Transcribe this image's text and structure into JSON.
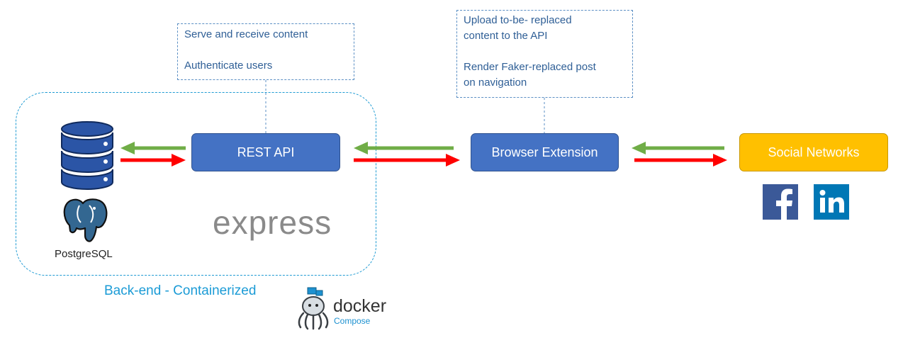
{
  "notes": {
    "rest_api_note": {
      "line1": "Serve and receive content",
      "line2": "Authenticate users"
    },
    "extension_note": {
      "line1a": "Upload to-be- replaced",
      "line1b": "content to the API",
      "line2a": "Render Faker-replaced post",
      "line2b": "on navigation"
    }
  },
  "nodes": {
    "rest_api": "REST API",
    "browser_extension": "Browser Extension",
    "social_networks": "Social Networks"
  },
  "backend": {
    "caption": "Back-end - Containerized",
    "express_logo": "express",
    "postgres_logo": "PostgreSQL"
  },
  "docker": {
    "name": "docker",
    "sub": "Compose"
  },
  "icons": [
    "database-icon",
    "postgresql-elephant-icon",
    "facebook-icon",
    "linkedin-icon",
    "docker-compose-octopus-icon"
  ],
  "colors": {
    "node_blue": "#4472c4",
    "social_gold": "#ffc000",
    "arrow_green": "#70ad47",
    "arrow_red": "#ff0000",
    "container_cyan": "#1f9bd3",
    "note_text": "#2f5f96"
  }
}
